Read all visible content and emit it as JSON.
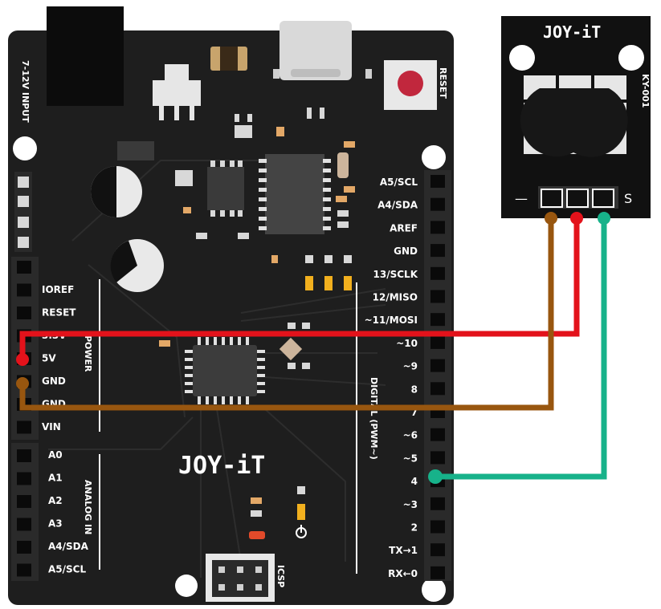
{
  "board": {
    "power_jack_label": "7-12V INPUT",
    "reset_label": "RESET",
    "brand": "JOY-iT",
    "power_section": "POWER",
    "analog_section": "ANALOG IN",
    "digital_section": "DIGITAL (PWM~)",
    "icsp_label": "ICSP",
    "left_header": [
      "IOREF",
      "RESET",
      "3.3V",
      "5V",
      "GND",
      "GND",
      "VIN"
    ],
    "analog_pins": [
      "A0",
      "A1",
      "A2",
      "A3",
      "A4/SDA",
      "A5/SCL"
    ],
    "right_header": [
      "A5/SCL",
      "A4/SDA",
      "AREF",
      "GND",
      "13/SCLK",
      "12/MISO",
      "~11/MOSI",
      "~10",
      "~9",
      "8",
      "7",
      "~6",
      "~5",
      "4",
      "~3",
      "2",
      "TX→1",
      "RX←0"
    ]
  },
  "sensor": {
    "brand": "JOY-iT",
    "model": "KY-001",
    "pin_minus": "—",
    "pin_signal": "S"
  },
  "wires": [
    {
      "from": "5V",
      "to": "sensor-middle",
      "color": "#e3121b"
    },
    {
      "from": "GND",
      "to": "sensor-minus",
      "color": "#98560f"
    },
    {
      "from": "4",
      "to": "sensor-S",
      "color": "#17b28a"
    }
  ]
}
